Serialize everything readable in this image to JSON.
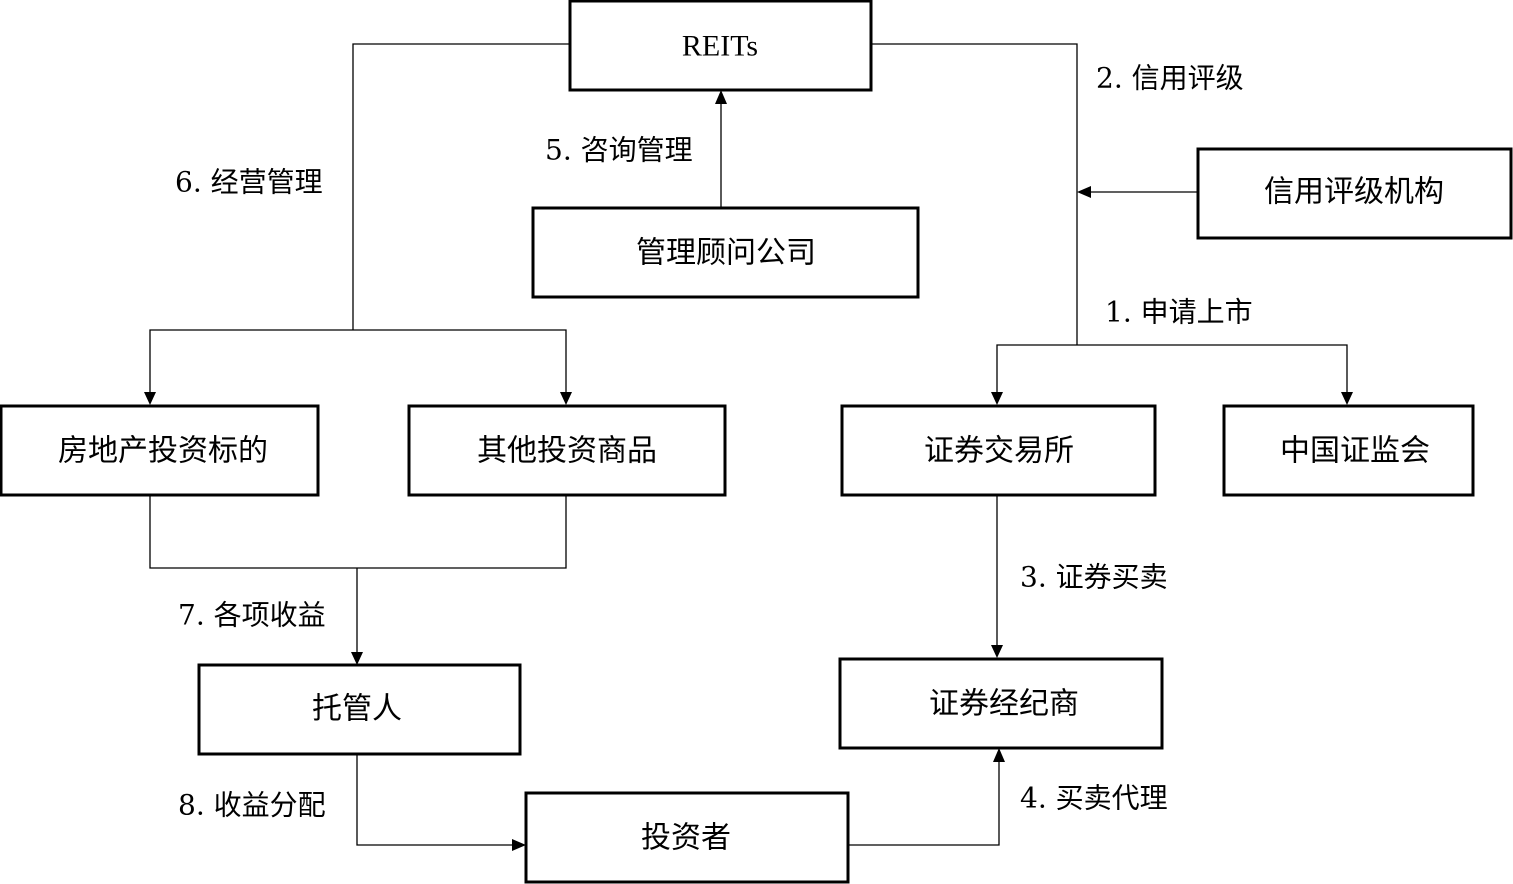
{
  "nodes": {
    "reits": "REITs",
    "rating_agency": "信用评级机构",
    "consulting_firm": "管理顾问公司",
    "real_estate": "房地产投资标的",
    "other_investments": "其他投资商品",
    "stock_exchange": "证券交易所",
    "csrc": "中国证监会",
    "custodian": "托管人",
    "broker": "证券经纪商",
    "investors": "投资者"
  },
  "edges": {
    "e1": "1. 申请上市",
    "e2": "2. 信用评级",
    "e3": "3. 证券买卖",
    "e4": "4. 买卖代理",
    "e5": "5. 咨询管理",
    "e6": "6. 经营管理",
    "e7": "7. 各项收益",
    "e8": "8. 收益分配"
  }
}
